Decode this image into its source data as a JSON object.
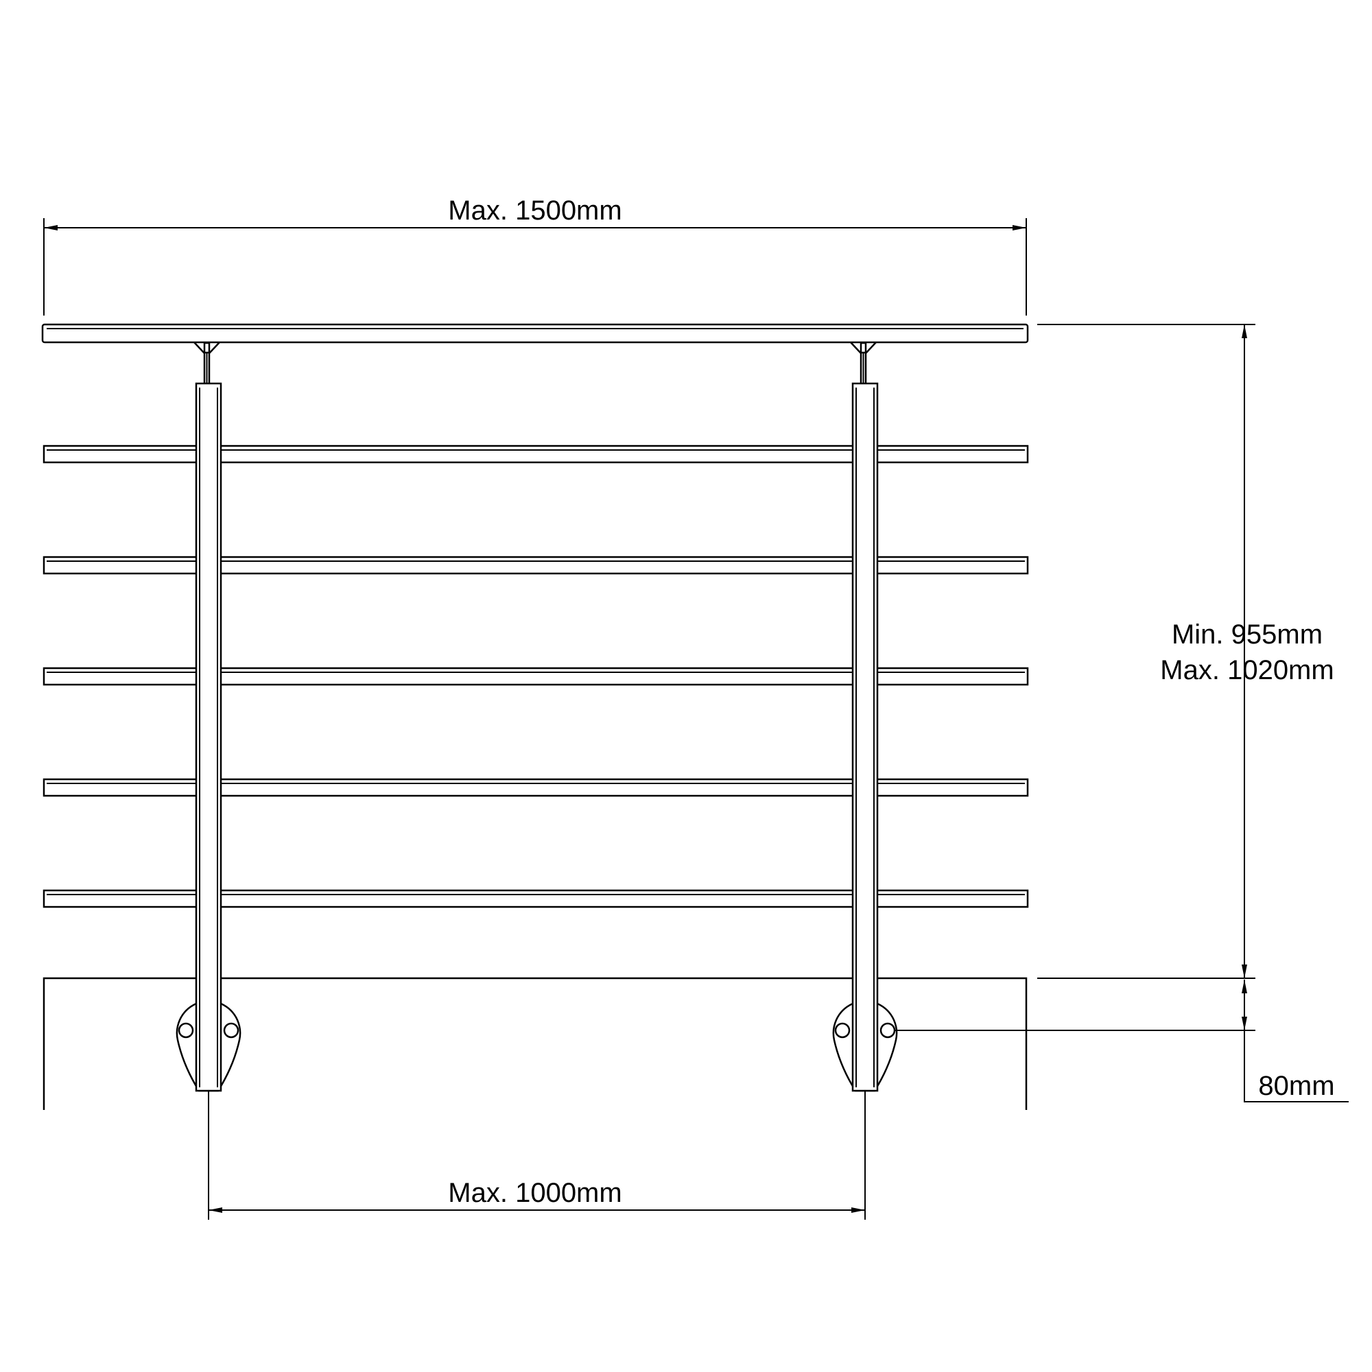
{
  "dimensions": {
    "overall_width": "Max. 1500mm",
    "post_spacing": "Max. 1000mm",
    "height_min": "Min. 955mm",
    "height_max": "Max. 1020mm",
    "fixing_offset": "80mm"
  },
  "colors": {
    "line": "#000000",
    "background": "#ffffff"
  }
}
